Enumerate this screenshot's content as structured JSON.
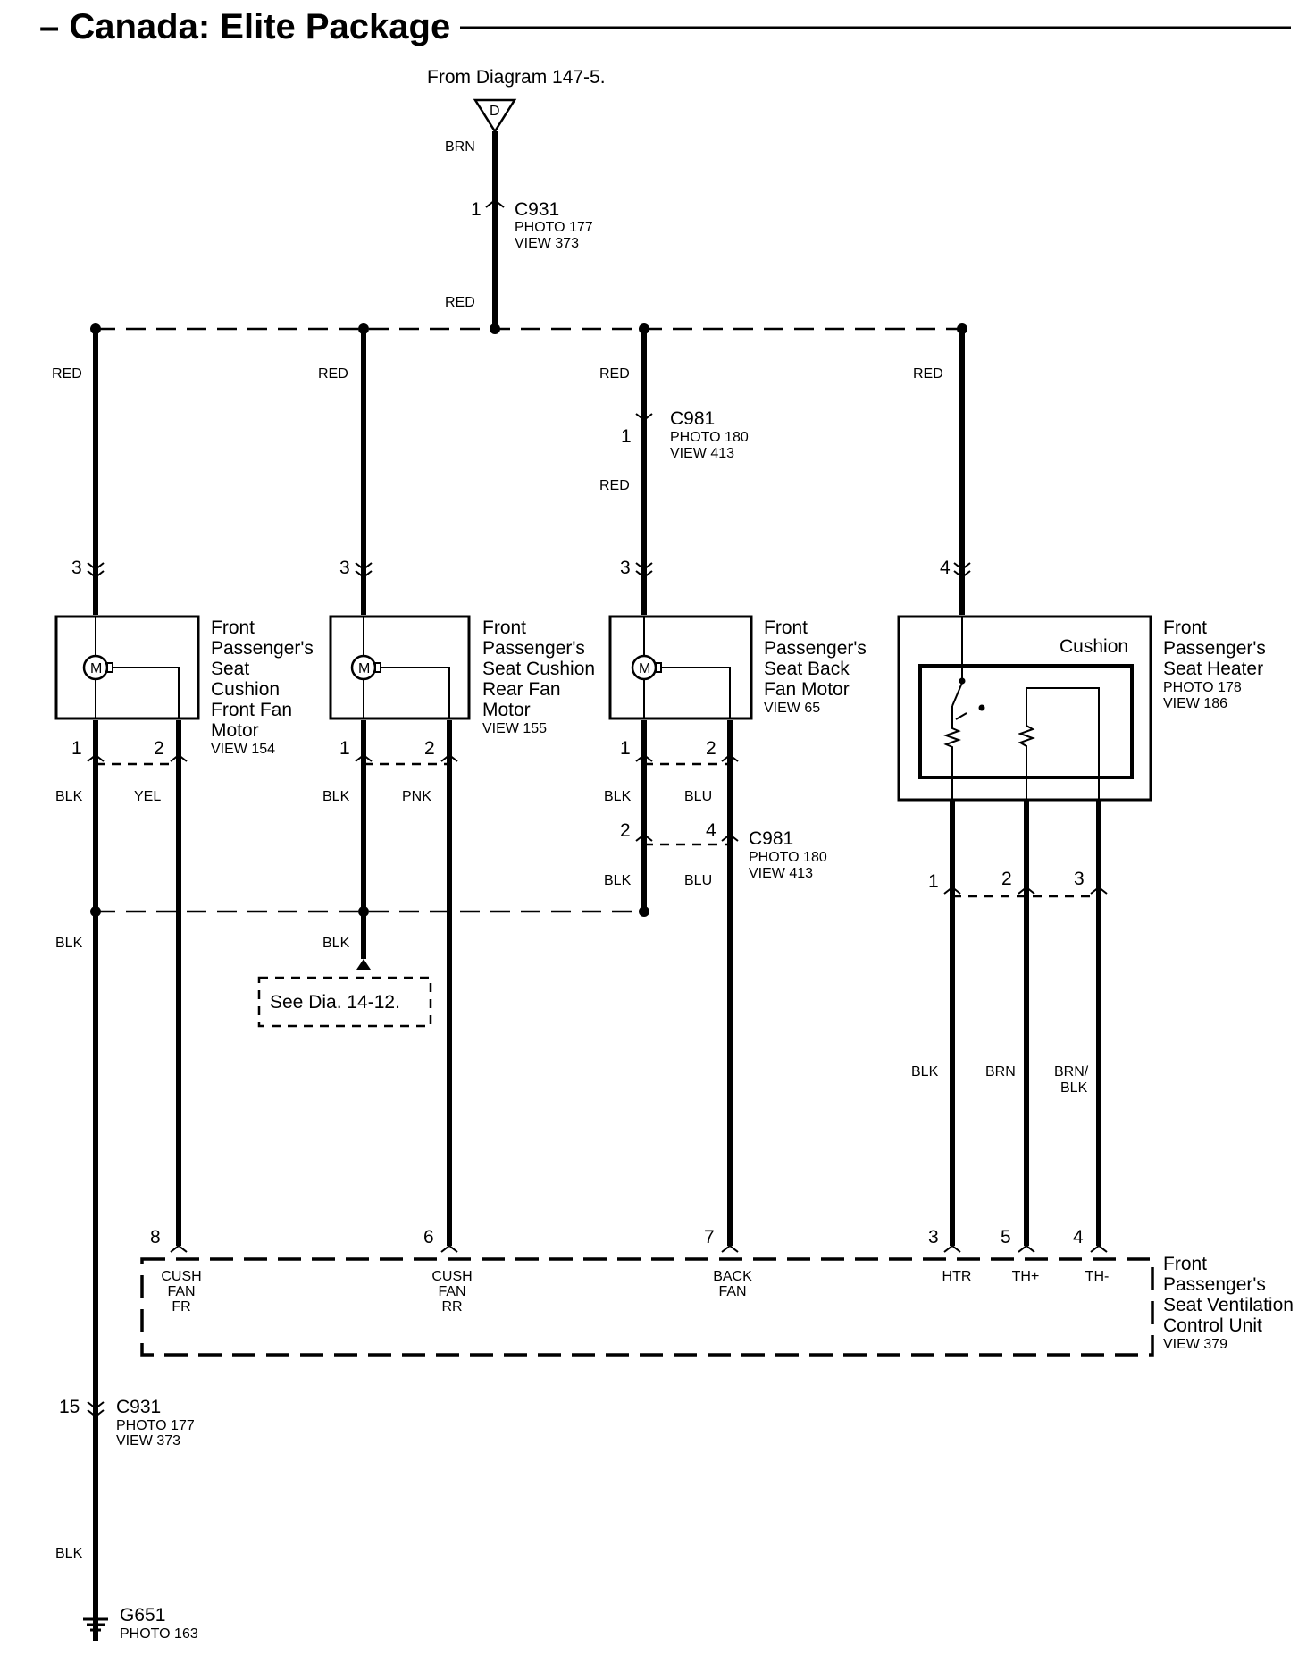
{
  "title": "– Canada: Elite Package",
  "source": {
    "text": "From Diagram 147-5.",
    "symbol": "D"
  },
  "connectors": {
    "c931_top": {
      "name": "C931",
      "pin": "1",
      "photo": "PHOTO 177",
      "view": "VIEW 373"
    },
    "c981_a": {
      "name": "C981",
      "pin": "1",
      "photo": "PHOTO 180",
      "view": "VIEW 413"
    },
    "c981_b": {
      "name": "C981",
      "pin_blk": "2",
      "pin_blu": "4",
      "photo": "PHOTO 180",
      "view": "VIEW 413"
    },
    "c931_bot": {
      "name": "C931",
      "pin": "15",
      "photo": "PHOTO 177",
      "view": "VIEW 373"
    }
  },
  "wires": {
    "brn": "BRN",
    "red": "RED",
    "blk": "BLK",
    "yel": "YEL",
    "pnk": "PNK",
    "blu": "BLU",
    "brn_blk_1": "BRN/",
    "brn_blk_2": "BLK"
  },
  "components": {
    "m1": {
      "pin_in": "3",
      "pin1": "1",
      "pin2": "2",
      "symbol": "M",
      "lines": [
        "Front",
        "Passenger's",
        "Seat",
        "Cushion",
        "Front Fan",
        "Motor"
      ],
      "view": "VIEW 154"
    },
    "m2": {
      "pin_in": "3",
      "pin1": "1",
      "pin2": "2",
      "symbol": "M",
      "lines": [
        "Front",
        "Passenger's",
        "Seat Cushion",
        "Rear Fan",
        "Motor"
      ],
      "view": "VIEW 155"
    },
    "m3": {
      "pin_in": "3",
      "pin1": "1",
      "pin2": "2",
      "symbol": "M",
      "lines": [
        "Front",
        "Passenger's",
        "Seat Back",
        "Fan Motor"
      ],
      "view": "VIEW 65"
    },
    "heater": {
      "pin_in": "4",
      "inner_label": "Cushion",
      "pin1": "1",
      "pin2": "2",
      "pin3": "3",
      "lines": [
        "Front",
        "Passenger's",
        "Seat Heater"
      ],
      "photo": "PHOTO 178",
      "view": "VIEW 186"
    }
  },
  "see_dia": "See Dia. 14-12.",
  "control_unit": {
    "lines": [
      "Front",
      "Passenger's",
      "Seat Ventilation",
      "Control Unit"
    ],
    "view": "VIEW 379",
    "terminals": [
      {
        "pin": "8",
        "l1": "CUSH",
        "l2": "FAN",
        "l3": "FR"
      },
      {
        "pin": "6",
        "l1": "CUSH",
        "l2": "FAN",
        "l3": "RR"
      },
      {
        "pin": "7",
        "l1": "BACK",
        "l2": "FAN",
        "l3": ""
      },
      {
        "pin": "3",
        "l1": "HTR",
        "l2": "",
        "l3": ""
      },
      {
        "pin": "5",
        "l1": "TH+",
        "l2": "",
        "l3": ""
      },
      {
        "pin": "4",
        "l1": "TH-",
        "l2": "",
        "l3": ""
      }
    ]
  },
  "ground": {
    "name": "G651",
    "photo": "PHOTO 163"
  }
}
